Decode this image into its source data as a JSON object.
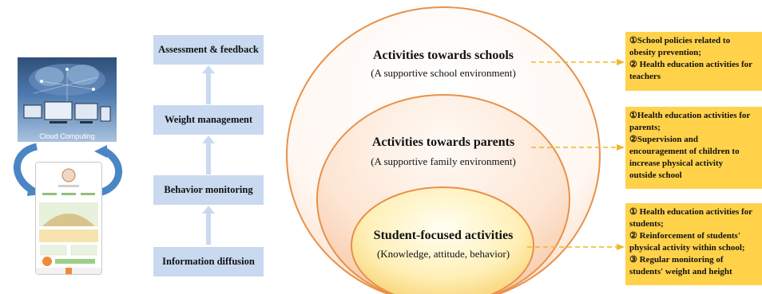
{
  "flow": {
    "boxes": [
      "Assessment & feedback",
      "Weight management",
      "Behavior monitoring",
      "Information diffusion"
    ]
  },
  "cloud": {
    "caption": "Cloud Computing"
  },
  "targets": {
    "schools": {
      "title": "Activities towards schools",
      "subtitle": "(A supportive school environment)"
    },
    "parents": {
      "title": "Activities towards parents",
      "subtitle": "(A supportive family environment)"
    },
    "students": {
      "title": "Student-focused activities",
      "subtitle": "(Knowledge, attitude, behavior)"
    }
  },
  "notes": {
    "schools": [
      "①School policies related to",
      "obesity prevention;",
      "② Health education activities for",
      "teachers"
    ],
    "parents": [
      "①Health education activities for",
      "parents;",
      "②Supervision and",
      "encouragement of children to",
      "increase physical activity",
      "outside school"
    ],
    "students": [
      "① Health education activities for",
      "students;",
      "② Reinforcement of students'",
      "physical activity within school;",
      "③ Regular monitoring of",
      "students' weight and height"
    ]
  },
  "colors": {
    "flow_box": "#c8d9f0",
    "flow_arrow": "#c9daf0",
    "circle_stroke": "#e8914a",
    "note_fill": "#ffd24a",
    "connector": "#f0b62a",
    "loop_arrow": "#4a86c5"
  }
}
